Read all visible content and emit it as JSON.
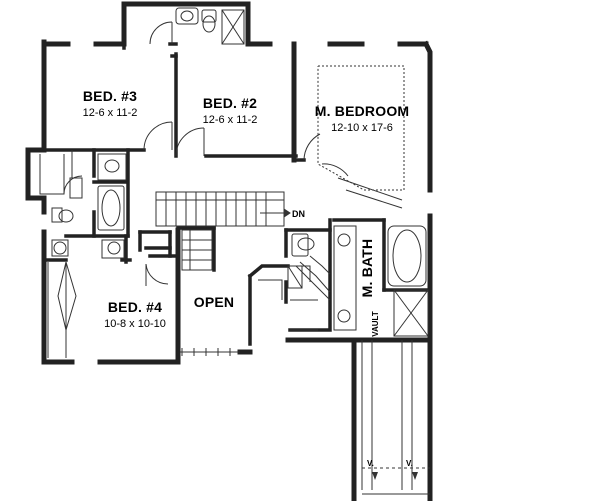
{
  "rooms": {
    "bed3": {
      "name": "BED. #3",
      "dims": "12-6 x 11-2"
    },
    "bed2": {
      "name": "BED. #2",
      "dims": "12-6 x 11-2"
    },
    "master": {
      "name": "M. BEDROOM",
      "dims": "12-10 x 17-6"
    },
    "bed4": {
      "name": "BED. #4",
      "dims": "10-8 x 10-10"
    },
    "open": {
      "name": "OPEN"
    },
    "mbath": {
      "name": "M. BATH"
    }
  },
  "labels": {
    "stair_down": "DN",
    "vault": "VAULT",
    "vault_marker_1": "V.",
    "vault_marker_2": "V."
  }
}
